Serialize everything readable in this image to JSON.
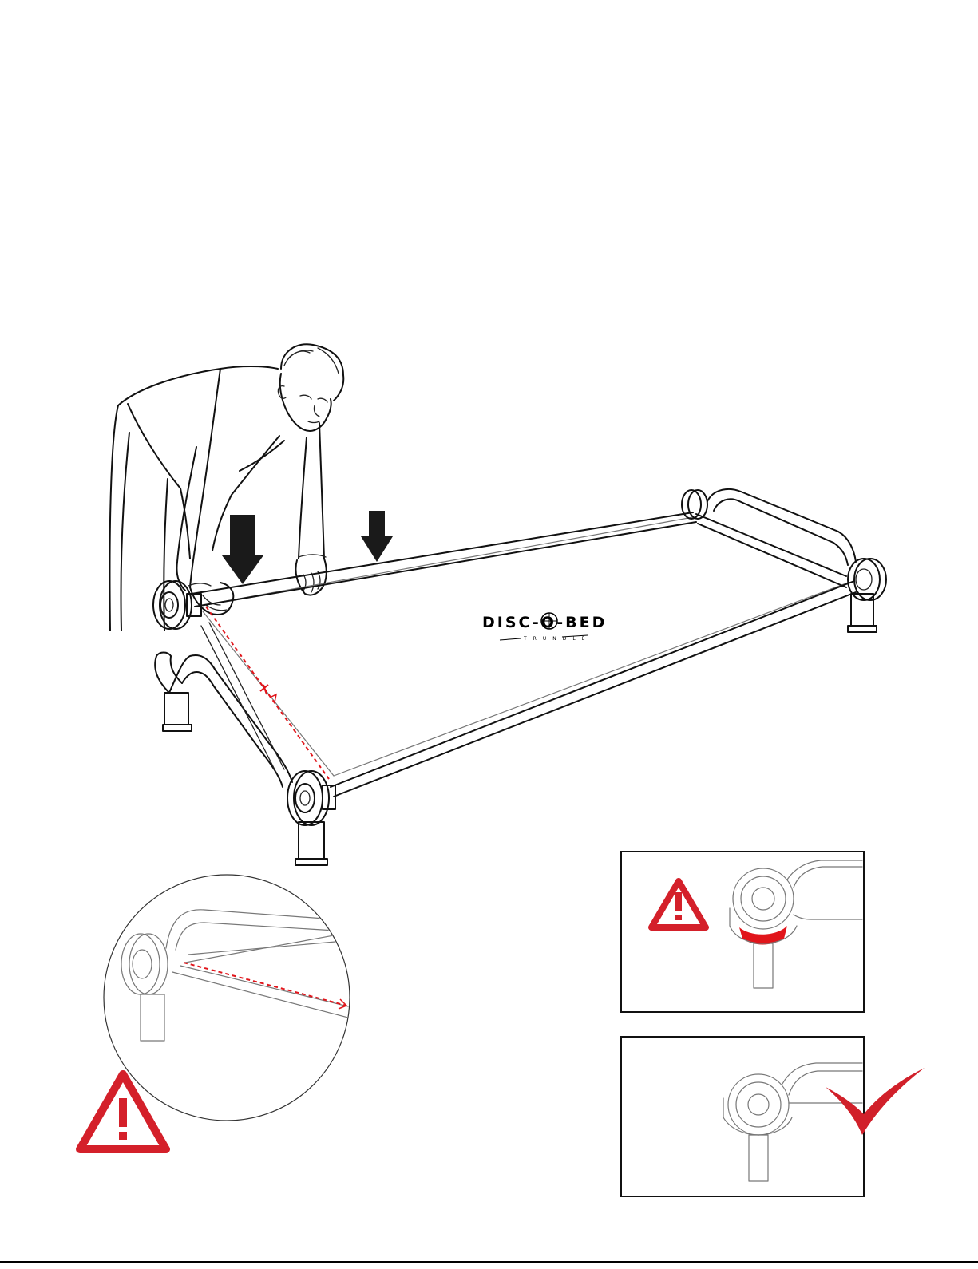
{
  "brand": {
    "logo_main": "DISC-O-BED",
    "logo_sub": "TRUNDLE"
  },
  "colors": {
    "warning_red": "#d4202a",
    "check_red": "#d1202a",
    "highlight_red": "#e1151b",
    "ink": "#111111"
  },
  "icons": [
    "down-arrow-icon",
    "warning-triangle-icon",
    "checkmark-icon"
  ],
  "panels": {
    "wrong": {
      "status": "warning"
    },
    "correct": {
      "status": "ok"
    }
  }
}
